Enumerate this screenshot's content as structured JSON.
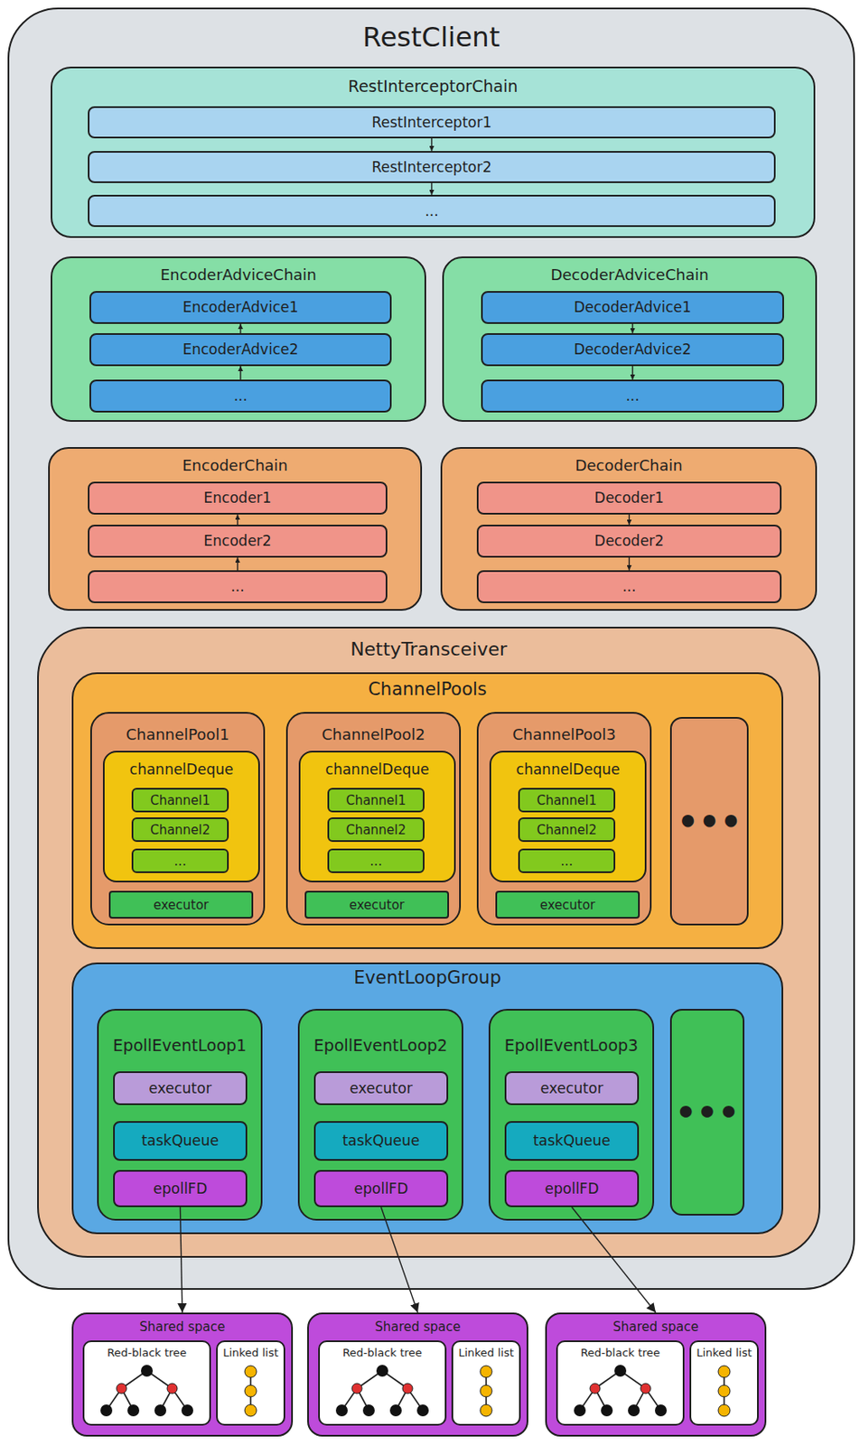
{
  "diagram": {
    "nodes": [
      {
        "text": [
          "RestClient"
        ]
      },
      {
        "text": [
          "RestInterceptorChain"
        ],
        "in": 0
      },
      {
        "text": [
          "RestInterceptor1"
        ],
        "in": 1
      },
      {
        "text": [
          "RestInterceptor2"
        ],
        "in": 1
      },
      {
        "text": [
          "..."
        ],
        "in": 1
      },
      {
        "text": [
          "EncoderAdviceChain"
        ],
        "in": 0
      },
      {
        "text": [
          "EncoderAdvice1"
        ],
        "in": 5
      },
      {
        "text": [
          "EncoderAdvice2"
        ],
        "in": 5
      },
      {
        "text": [
          "..."
        ],
        "in": 5
      },
      {
        "text": [
          "DecoderAdviceChain"
        ],
        "in": 0
      },
      {
        "text": [
          "DecoderAdvice1"
        ],
        "in": 9
      },
      {
        "text": [
          "DecoderAdvice2"
        ],
        "in": 9
      },
      {
        "text": [
          "..."
        ],
        "in": 9
      },
      {
        "text": [
          "EncoderChain"
        ],
        "in": 0
      },
      {
        "text": [
          "Encoder1"
        ],
        "in": 13
      },
      {
        "text": [
          "Encoder2"
        ],
        "in": 13
      },
      {
        "text": [
          "..."
        ],
        "in": 13
      },
      {
        "text": [
          "DecoderChain"
        ],
        "in": 0
      },
      {
        "text": [
          "Decoder1"
        ],
        "in": 17
      },
      {
        "text": [
          "Decoder2"
        ],
        "in": 17
      },
      {
        "text": [
          "..."
        ],
        "in": 17
      },
      {
        "text": [
          "NettyTransceiver"
        ],
        "in": 0
      },
      {
        "text": [
          "ChannelPools"
        ],
        "in": 21
      },
      {
        "text": [
          "ChannelPool1"
        ],
        "in": 22
      },
      {
        "text": [
          "channelDeque"
        ],
        "in": 23
      },
      {
        "text": [
          "Channel1"
        ],
        "in": 24
      },
      {
        "text": [
          "Channel2"
        ],
        "in": 24
      },
      {
        "text": [
          "..."
        ],
        "in": 24
      },
      {
        "text": [
          "executor"
        ],
        "in": 23
      },
      {
        "text": [
          "ChannelPool2"
        ],
        "in": 22
      },
      {
        "text": [
          "channelDeque"
        ],
        "in": 29
      },
      {
        "text": [
          "Channel1"
        ],
        "in": 30
      },
      {
        "text": [
          "Channel2"
        ],
        "in": 30
      },
      {
        "text": [
          "..."
        ],
        "in": 30
      },
      {
        "text": [
          "executor"
        ],
        "in": 29
      },
      {
        "text": [
          "ChannelPool3"
        ],
        "in": 22
      },
      {
        "text": [
          "channelDeque"
        ],
        "in": 35
      },
      {
        "text": [
          "Channel1"
        ],
        "in": 36
      },
      {
        "text": [
          "Channel2"
        ],
        "in": 36
      },
      {
        "text": [
          "..."
        ],
        "in": 36
      },
      {
        "text": [
          "executor"
        ],
        "in": 35
      },
      {
        "text": [
          "•••"
        ],
        "in": 22
      },
      {
        "text": [
          "EventLoopGroup"
        ],
        "in": 21
      },
      {
        "text": [
          "EpollEventLoop1"
        ],
        "in": 42
      },
      {
        "text": [
          "executor"
        ],
        "in": 43
      },
      {
        "text": [
          "taskQueue"
        ],
        "in": 43
      },
      {
        "text": [
          "epollFD"
        ],
        "in": 43
      },
      {
        "text": [
          "EpollEventLoop2"
        ],
        "in": 42
      },
      {
        "text": [
          "executor"
        ],
        "in": 47
      },
      {
        "text": [
          "taskQueue"
        ],
        "in": 47
      },
      {
        "text": [
          "epollFD"
        ],
        "in": 47
      },
      {
        "text": [
          "EpollEventLoop3"
        ],
        "in": 42
      },
      {
        "text": [
          "executor"
        ],
        "in": 51
      },
      {
        "text": [
          "taskQueue"
        ],
        "in": 51
      },
      {
        "text": [
          "epollFD"
        ],
        "in": 51
      },
      {
        "text": [
          "•••"
        ],
        "in": 42
      },
      {
        "text": [
          "Shared space"
        ]
      },
      {
        "text": [
          "Red-black tree"
        ],
        "in": 56
      },
      {
        "text": [
          "Linked list"
        ],
        "in": 56
      },
      {
        "text": [
          "Shared space"
        ]
      },
      {
        "text": [
          "Red-black tree"
        ],
        "in": 59
      },
      {
        "text": [
          "Linked list"
        ],
        "in": 59
      },
      {
        "text": [
          "Shared space"
        ]
      },
      {
        "text": [
          "Red-black tree"
        ],
        "in": 62
      },
      {
        "text": [
          "Linked list"
        ],
        "in": 62
      }
    ],
    "edges": [
      {
        "from": 2,
        "to": 3,
        "arrow": "to"
      },
      {
        "from": 3,
        "to": 4,
        "arrow": "to"
      },
      {
        "from": 7,
        "to": 6,
        "arrow": "to"
      },
      {
        "from": 8,
        "to": 7,
        "arrow": "to"
      },
      {
        "from": 10,
        "to": 11,
        "arrow": "to"
      },
      {
        "from": 11,
        "to": 12,
        "arrow": "to"
      },
      {
        "from": 15,
        "to": 14,
        "arrow": "to"
      },
      {
        "from": 16,
        "to": 15,
        "arrow": "to"
      },
      {
        "from": 18,
        "to": 19,
        "arrow": "to"
      },
      {
        "from": 19,
        "to": 20,
        "arrow": "to"
      },
      {
        "from": 46,
        "to": 56,
        "arrow": "to"
      },
      {
        "from": 50,
        "to": 59,
        "arrow": "to"
      },
      {
        "from": 54,
        "to": 62,
        "arrow": "to"
      }
    ]
  }
}
